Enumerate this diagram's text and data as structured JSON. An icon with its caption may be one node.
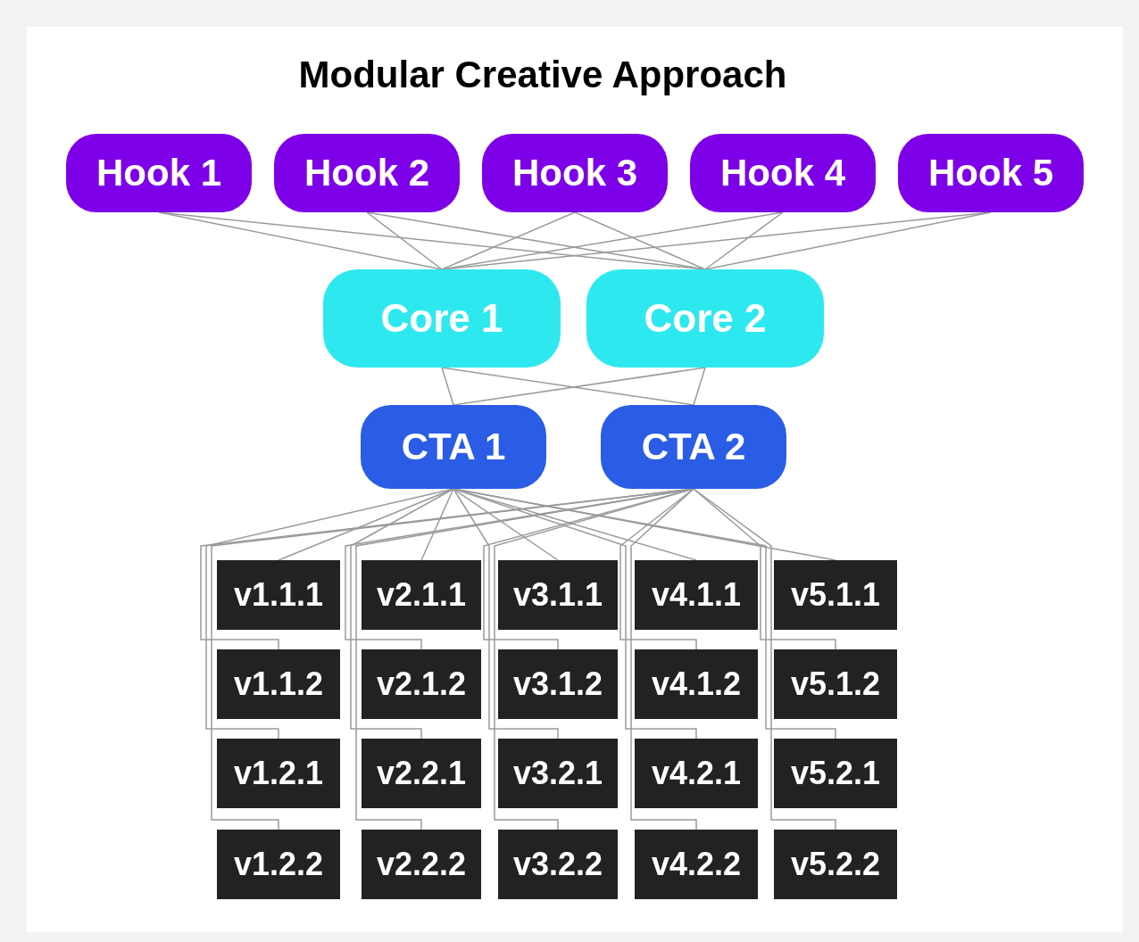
{
  "diagram": {
    "title": "Modular Creative Approach",
    "nodes": [
      {
        "text": [
          "Hook 1"
        ]
      },
      {
        "text": [
          "Hook 2"
        ]
      },
      {
        "text": [
          "Hook 3"
        ]
      },
      {
        "text": [
          "Hook 4"
        ]
      },
      {
        "text": [
          "Hook 5"
        ]
      },
      {
        "text": [
          "Core 1"
        ]
      },
      {
        "text": [
          "Core 2"
        ]
      },
      {
        "text": [
          "CTA 1"
        ]
      },
      {
        "text": [
          "CTA 2"
        ]
      },
      {
        "text": [
          "v1.1.1"
        ]
      },
      {
        "text": [
          "v2.1.1"
        ]
      },
      {
        "text": [
          "v3.1.1"
        ]
      },
      {
        "text": [
          "v4.1.1"
        ]
      },
      {
        "text": [
          "v5.1.1"
        ]
      },
      {
        "text": [
          "v1.1.2"
        ]
      },
      {
        "text": [
          "v2.1.2"
        ]
      },
      {
        "text": [
          "v3.1.2"
        ]
      },
      {
        "text": [
          "v4.1.2"
        ]
      },
      {
        "text": [
          "v5.1.2"
        ]
      },
      {
        "text": [
          "v1.2.1"
        ]
      },
      {
        "text": [
          "v2.2.1"
        ]
      },
      {
        "text": [
          "v3.2.1"
        ]
      },
      {
        "text": [
          "v4.2.1"
        ]
      },
      {
        "text": [
          "v5.2.1"
        ]
      },
      {
        "text": [
          "v1.2.2"
        ]
      },
      {
        "text": [
          "v2.2.2"
        ]
      },
      {
        "text": [
          "v3.2.2"
        ]
      },
      {
        "text": [
          "v4.2.2"
        ]
      },
      {
        "text": [
          "v5.2.2"
        ]
      }
    ],
    "edges": [
      {
        "from": 0,
        "to": 5,
        "arrow": "none"
      },
      {
        "from": 0,
        "to": 6,
        "arrow": "none"
      },
      {
        "from": 1,
        "to": 5,
        "arrow": "none"
      },
      {
        "from": 1,
        "to": 6,
        "arrow": "none"
      },
      {
        "from": 2,
        "to": 5,
        "arrow": "none"
      },
      {
        "from": 2,
        "to": 6,
        "arrow": "none"
      },
      {
        "from": 3,
        "to": 5,
        "arrow": "none"
      },
      {
        "from": 3,
        "to": 6,
        "arrow": "none"
      },
      {
        "from": 4,
        "to": 5,
        "arrow": "none"
      },
      {
        "from": 4,
        "to": 6,
        "arrow": "none"
      },
      {
        "from": 5,
        "to": 7,
        "arrow": "none"
      },
      {
        "from": 5,
        "to": 8,
        "arrow": "none"
      },
      {
        "from": 6,
        "to": 7,
        "arrow": "none"
      },
      {
        "from": 6,
        "to": 8,
        "arrow": "none"
      },
      {
        "from": 7,
        "to": 9,
        "arrow": "none"
      },
      {
        "from": 7,
        "to": 10,
        "arrow": "none"
      },
      {
        "from": 7,
        "to": 11,
        "arrow": "none"
      },
      {
        "from": 7,
        "to": 12,
        "arrow": "none"
      },
      {
        "from": 7,
        "to": 13,
        "arrow": "none"
      },
      {
        "from": 7,
        "to": 19,
        "arrow": "none"
      },
      {
        "from": 7,
        "to": 20,
        "arrow": "none"
      },
      {
        "from": 7,
        "to": 21,
        "arrow": "none"
      },
      {
        "from": 7,
        "to": 22,
        "arrow": "none"
      },
      {
        "from": 7,
        "to": 23,
        "arrow": "none"
      },
      {
        "from": 8,
        "to": 14,
        "arrow": "none"
      },
      {
        "from": 8,
        "to": 15,
        "arrow": "none"
      },
      {
        "from": 8,
        "to": 16,
        "arrow": "none"
      },
      {
        "from": 8,
        "to": 17,
        "arrow": "none"
      },
      {
        "from": 8,
        "to": 18,
        "arrow": "none"
      },
      {
        "from": 8,
        "to": 24,
        "arrow": "none"
      },
      {
        "from": 8,
        "to": 25,
        "arrow": "none"
      },
      {
        "from": 8,
        "to": 26,
        "arrow": "none"
      },
      {
        "from": 8,
        "to": 27,
        "arrow": "none"
      },
      {
        "from": 8,
        "to": 28,
        "arrow": "none"
      }
    ]
  }
}
